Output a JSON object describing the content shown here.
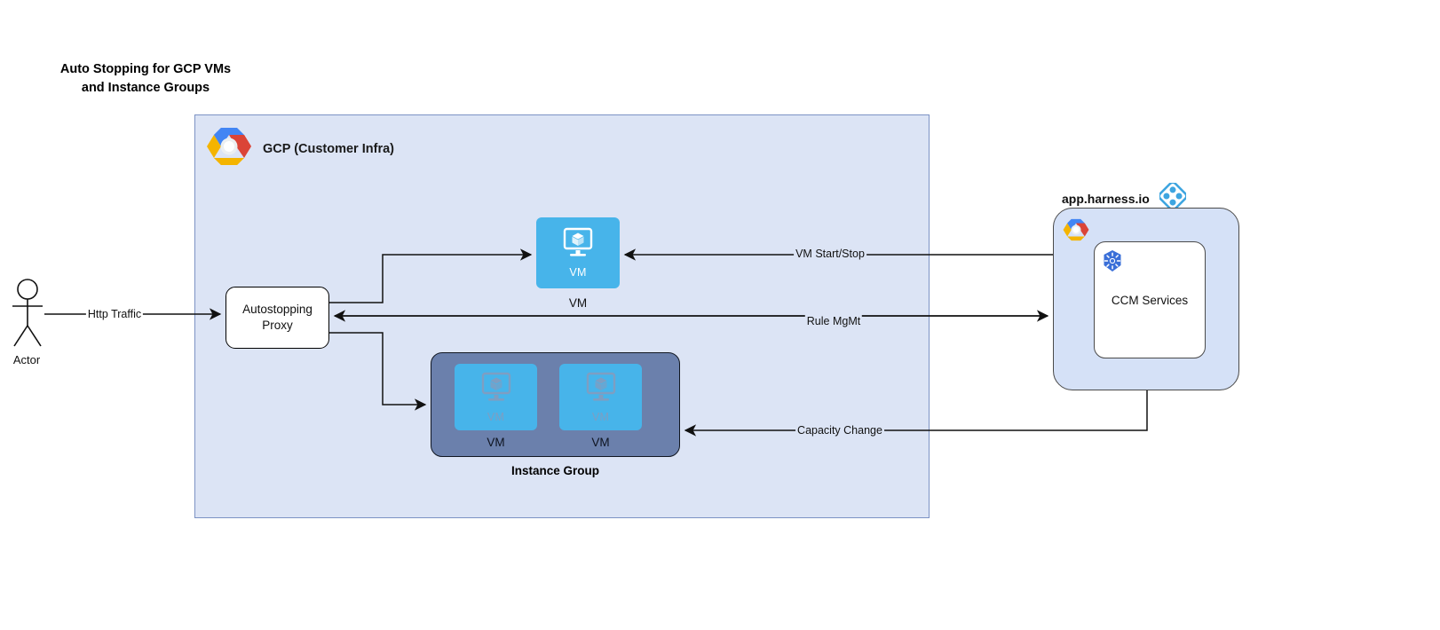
{
  "title": {
    "line1": "Auto Stopping for GCP VMs",
    "line2": "and Instance Groups"
  },
  "actor": {
    "label": "Actor",
    "icon": "actor-stick-figure-icon"
  },
  "gcp_container": {
    "label": "GCP (Customer Infra)",
    "icon": "gcp-logo-icon",
    "fill": "#dce4f5",
    "border": "#7c92c4"
  },
  "proxy": {
    "line1": "Autostopping",
    "line2": "Proxy"
  },
  "vm": {
    "inner_label": "VM",
    "caption": "VM",
    "icon": "vm-monitor-cube-icon",
    "fill": "#47b4ea"
  },
  "instance_group": {
    "caption": "Instance Group",
    "fill": "#6b80ac",
    "vms": [
      {
        "inner_label": "VM",
        "caption": "VM",
        "icon": "vm-monitor-cube-icon"
      },
      {
        "inner_label": "VM",
        "caption": "VM",
        "icon": "vm-monitor-cube-icon"
      }
    ]
  },
  "harness": {
    "title": "app.harness.io",
    "logo_icon": "harness-diamond-logo-icon",
    "gcp_icon": "gcp-logo-icon",
    "panel_fill": "#d5e1f7",
    "service": {
      "label": "CCM Services",
      "icon": "kubernetes-helm-icon"
    }
  },
  "edges": [
    {
      "id": "http-traffic",
      "label": "Http Traffic"
    },
    {
      "id": "vm-start-stop",
      "label": "VM Start/Stop"
    },
    {
      "id": "rule-mgmt",
      "label": "Rule MgMt"
    },
    {
      "id": "capacity-change",
      "label": "Capacity Change"
    }
  ]
}
